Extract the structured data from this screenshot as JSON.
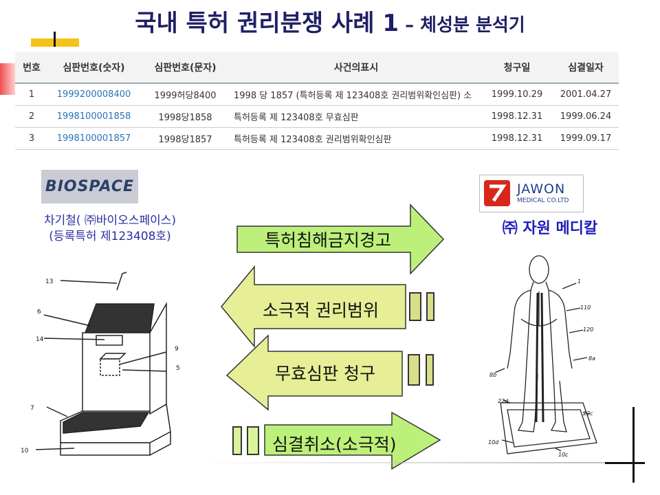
{
  "title": {
    "main": "국내 특허 권리분쟁 사례 1",
    "dash": " – ",
    "sub": "체성분 분석기"
  },
  "table": {
    "headers": [
      "번호",
      "심판번호(숫자)",
      "심판번호(문자)",
      "사건의표시",
      "청구일",
      "심결일자"
    ],
    "rows": [
      [
        "1",
        "1999200008400",
        "1999허당8400",
        "1998 당 1857 (특허등록 제 123408호 권리범위확인심판) 소",
        "1999.10.29",
        "2001.04.27"
      ],
      [
        "2",
        "1998100001858",
        "1998당1858",
        "특허등록 제 123408호 무효심판",
        "1998.12.31",
        "1999.06.24"
      ],
      [
        "3",
        "1998100001857",
        "1998당1857",
        "특허등록 제 123408호 권리범위확인심판",
        "1998.12.31",
        "1999.09.17"
      ]
    ]
  },
  "left_party": {
    "logo": "BIOSPACE",
    "line1": "차기철( ㈜바이오스페이스)",
    "line2": "(등록특허 제123408호)"
  },
  "right_party": {
    "logo_name": "JAWON",
    "logo_sub": "MEDICAL CO.LTD",
    "name": "㈜ 자원 메디칼"
  },
  "arrows": [
    {
      "label": "특허침해금지경고"
    },
    {
      "label": "소극적 권리범위"
    },
    {
      "label": "무효심판 청구"
    },
    {
      "label": "심결취소(소극적)"
    }
  ],
  "left_figure": {
    "labels": [
      "13",
      "6",
      "14",
      "9",
      "5",
      "7",
      "10"
    ]
  },
  "right_figure": {
    "labels": [
      "1",
      "110",
      "120",
      "8a",
      "8b",
      "22d",
      "22c",
      "10d",
      "10c"
    ]
  },
  "colors": {
    "arrow_green": "#bdf07a",
    "arrow_olive": "#e6ee96",
    "title_navy": "#1f1f66"
  }
}
